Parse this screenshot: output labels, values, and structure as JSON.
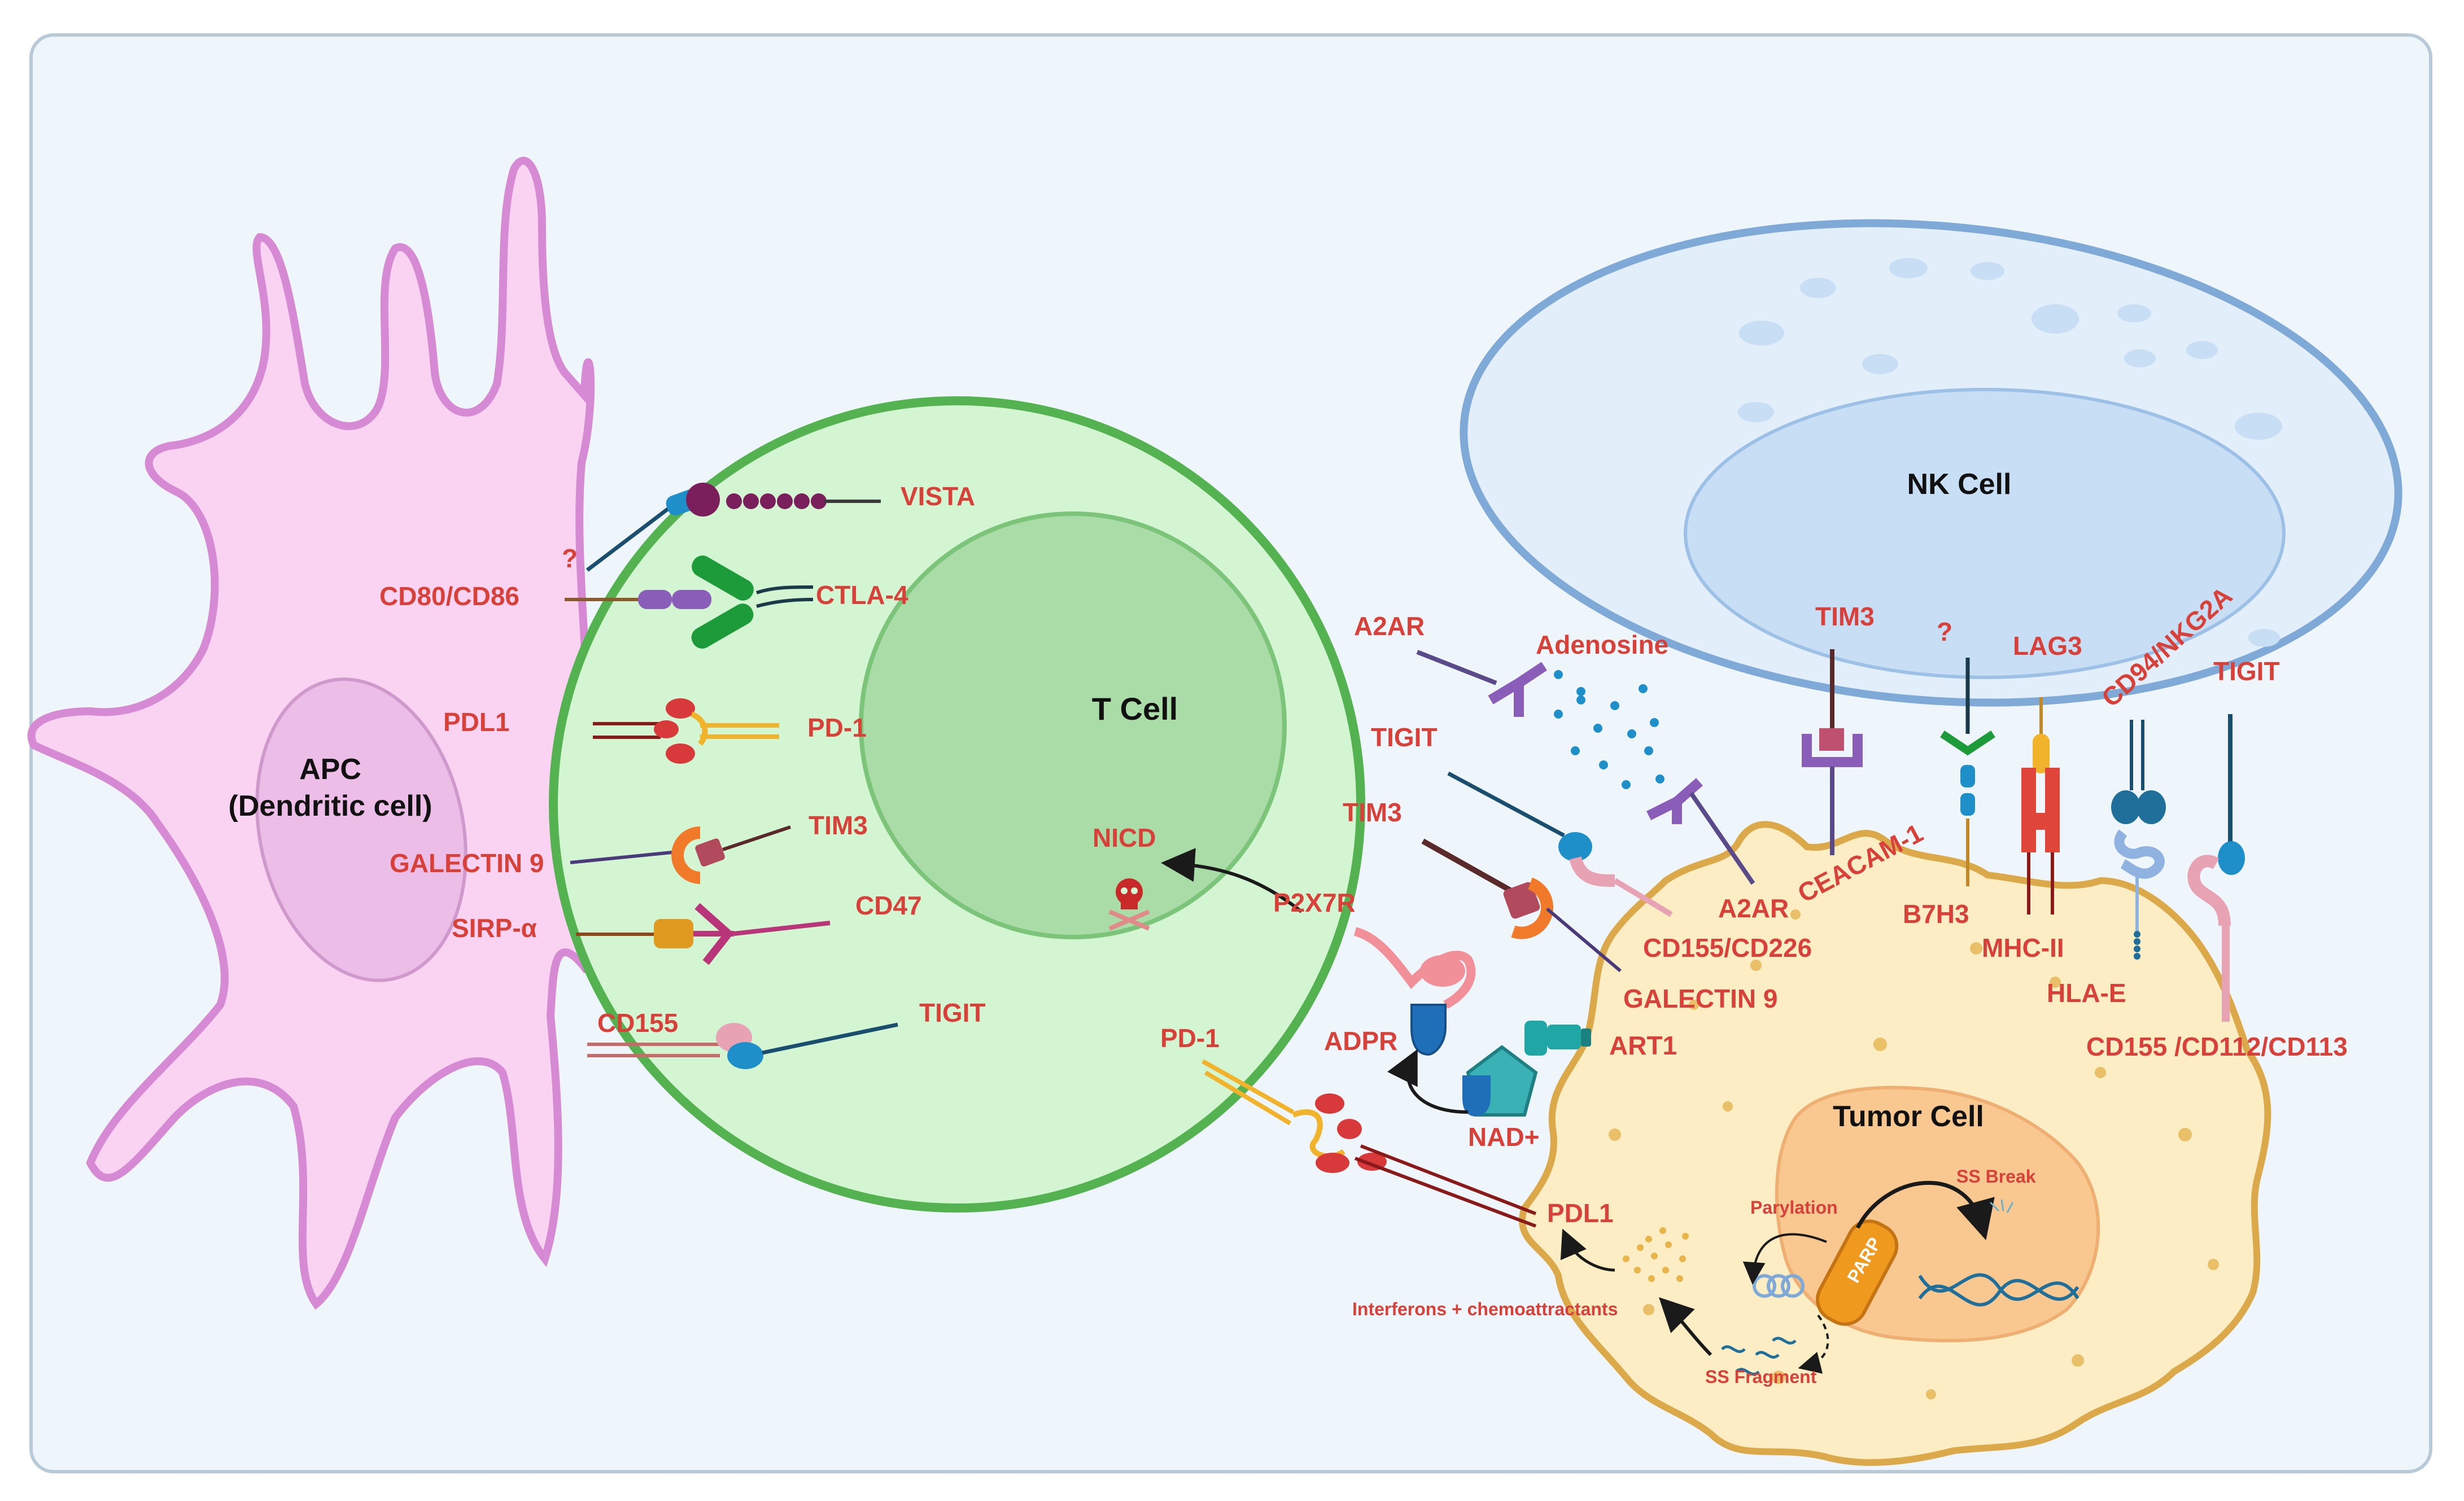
{
  "cells": {
    "apc": "APC",
    "apc_sub": "(Dendritic cell)",
    "tcell": "T Cell",
    "nkcell": "NK Cell",
    "tumor": "Tumor Cell"
  },
  "labels": {
    "vista": "VISTA",
    "question_apc": "?",
    "cd80_cd86": "CD80/CD86",
    "ctla4": "CTLA-4",
    "pdl1_apc": "PDL1",
    "pd1_apc": "PD-1",
    "tim3_apc": "TIM3",
    "galectin9_apc": "GALECTIN 9",
    "sirpa": "SIRP-α",
    "cd47": "CD47",
    "cd155_apc": "CD155",
    "tigit_apc": "TIGIT",
    "nicd": "NICD",
    "p2x7r": "P2X7R",
    "pd1_tumor": "PD-1",
    "adpr": "ADPR",
    "nad": "NAD+",
    "art1": "ART1",
    "a2ar_t": "A2AR",
    "adenosine": "Adenosine",
    "tigit_t": "TIGIT",
    "tim3_t": "TIM3",
    "a2ar_tumor": "A2AR",
    "ceacam1": "CEACAM-1",
    "cd155_cd226": "CD155/CD226",
    "galectin9_tumor": "GALECTIN 9",
    "b7h3": "B7H3",
    "mhcii": "MHC-II",
    "hlae": "HLA-E",
    "cd155_cd112": "CD155 /CD112/CD113",
    "tim3_nk": "TIM3",
    "question_nk": "?",
    "lag3": "LAG3",
    "cd94": "CD94/NKG2A",
    "tigit_nk": "TIGIT",
    "pdl1_tumor": "PDL1",
    "parylation": "Parylation",
    "parp": "PARP",
    "ss_break": "SS Break",
    "interferons": "Interferons + chemoattractants",
    "ss_fragment": "SS Fragment"
  },
  "colors": {
    "label_red": "#d8413a",
    "apc_fill": "#f9d3f1",
    "apc_stroke": "#d68ad3",
    "tcell_fill": "#d3f5d2",
    "tcell_stroke": "#55b250",
    "nk_fill": "#e2eef9",
    "nk_stroke": "#7fa9d6",
    "tumor_fill": "#fcedc4",
    "tumor_stroke": "#dba84a",
    "panel_fill": "#eef6fb"
  }
}
